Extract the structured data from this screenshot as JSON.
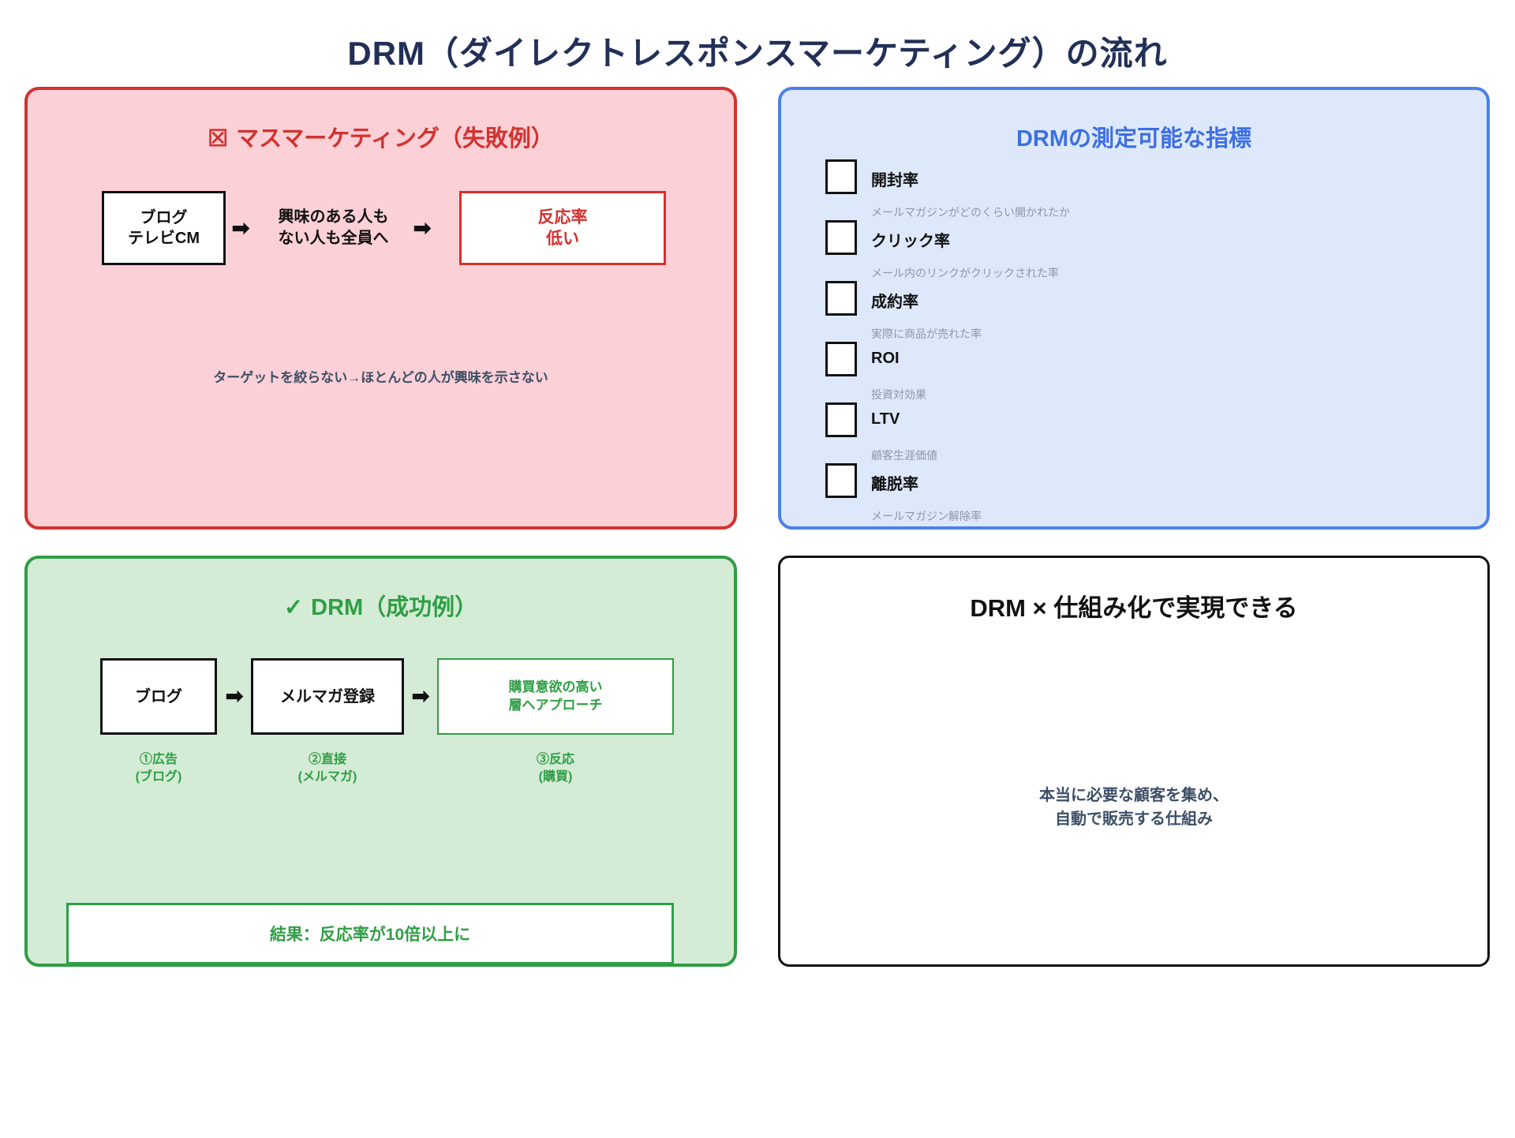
{
  "page": {
    "title": "DRM（ダイレクトレスポンスマーケティング）の流れ"
  },
  "icons": {
    "fail_checkbox": "☒",
    "check": "✓",
    "arrow_right": "➡"
  },
  "colors": {
    "title_navy": "#223058",
    "red": "#d2322f",
    "red_bg": "#fbd0d6",
    "blue": "#3e6fe2",
    "blue_border": "#4c7fe8",
    "blue_bg": "#dde9fb",
    "green": "#2f9e44",
    "green_bg": "#d4ecd6",
    "slate_text": "#3d4f66",
    "desc_grey": "#8d96a5"
  },
  "panels": {
    "mass_marketing": {
      "title": "マスマーケティング（失敗例）",
      "flow": {
        "source": "ブログ\nテレビCM",
        "audience": "興味のある人も\nない人も全員へ",
        "result": "反応率\n低い"
      },
      "note": "ターゲットを絞らない→ほとんどの人が興味を示さない"
    },
    "metrics": {
      "title": "DRMの測定可能な指標",
      "items": [
        {
          "label": "開封率",
          "description": "メールマガジンがどのくらい開かれたか"
        },
        {
          "label": "クリック率",
          "description": "メール内のリンクがクリックされた率"
        },
        {
          "label": "成約率",
          "description": "実際に商品が売れた率"
        },
        {
          "label": "ROI",
          "description": "投資対効果"
        },
        {
          "label": "LTV",
          "description": "顧客生涯価値"
        },
        {
          "label": "離脱率",
          "description": "メールマガジン解除率"
        }
      ]
    },
    "drm_success": {
      "title": "DRM（成功例）",
      "flow": {
        "box1": "ブログ",
        "box2": "メルマガ登録",
        "box3": "購買意欲の高い\n層へアプローチ"
      },
      "steps": [
        "①広告\n(ブログ)",
        "②直接\n(メルマガ)",
        "③反応\n(購買)"
      ],
      "result": "結果：反応率が10倍以上に"
    },
    "systemization": {
      "title": "DRM × 仕組み化で実現できる",
      "body": "本当に必要な顧客を集め、\n自動で販売する仕組み"
    }
  }
}
